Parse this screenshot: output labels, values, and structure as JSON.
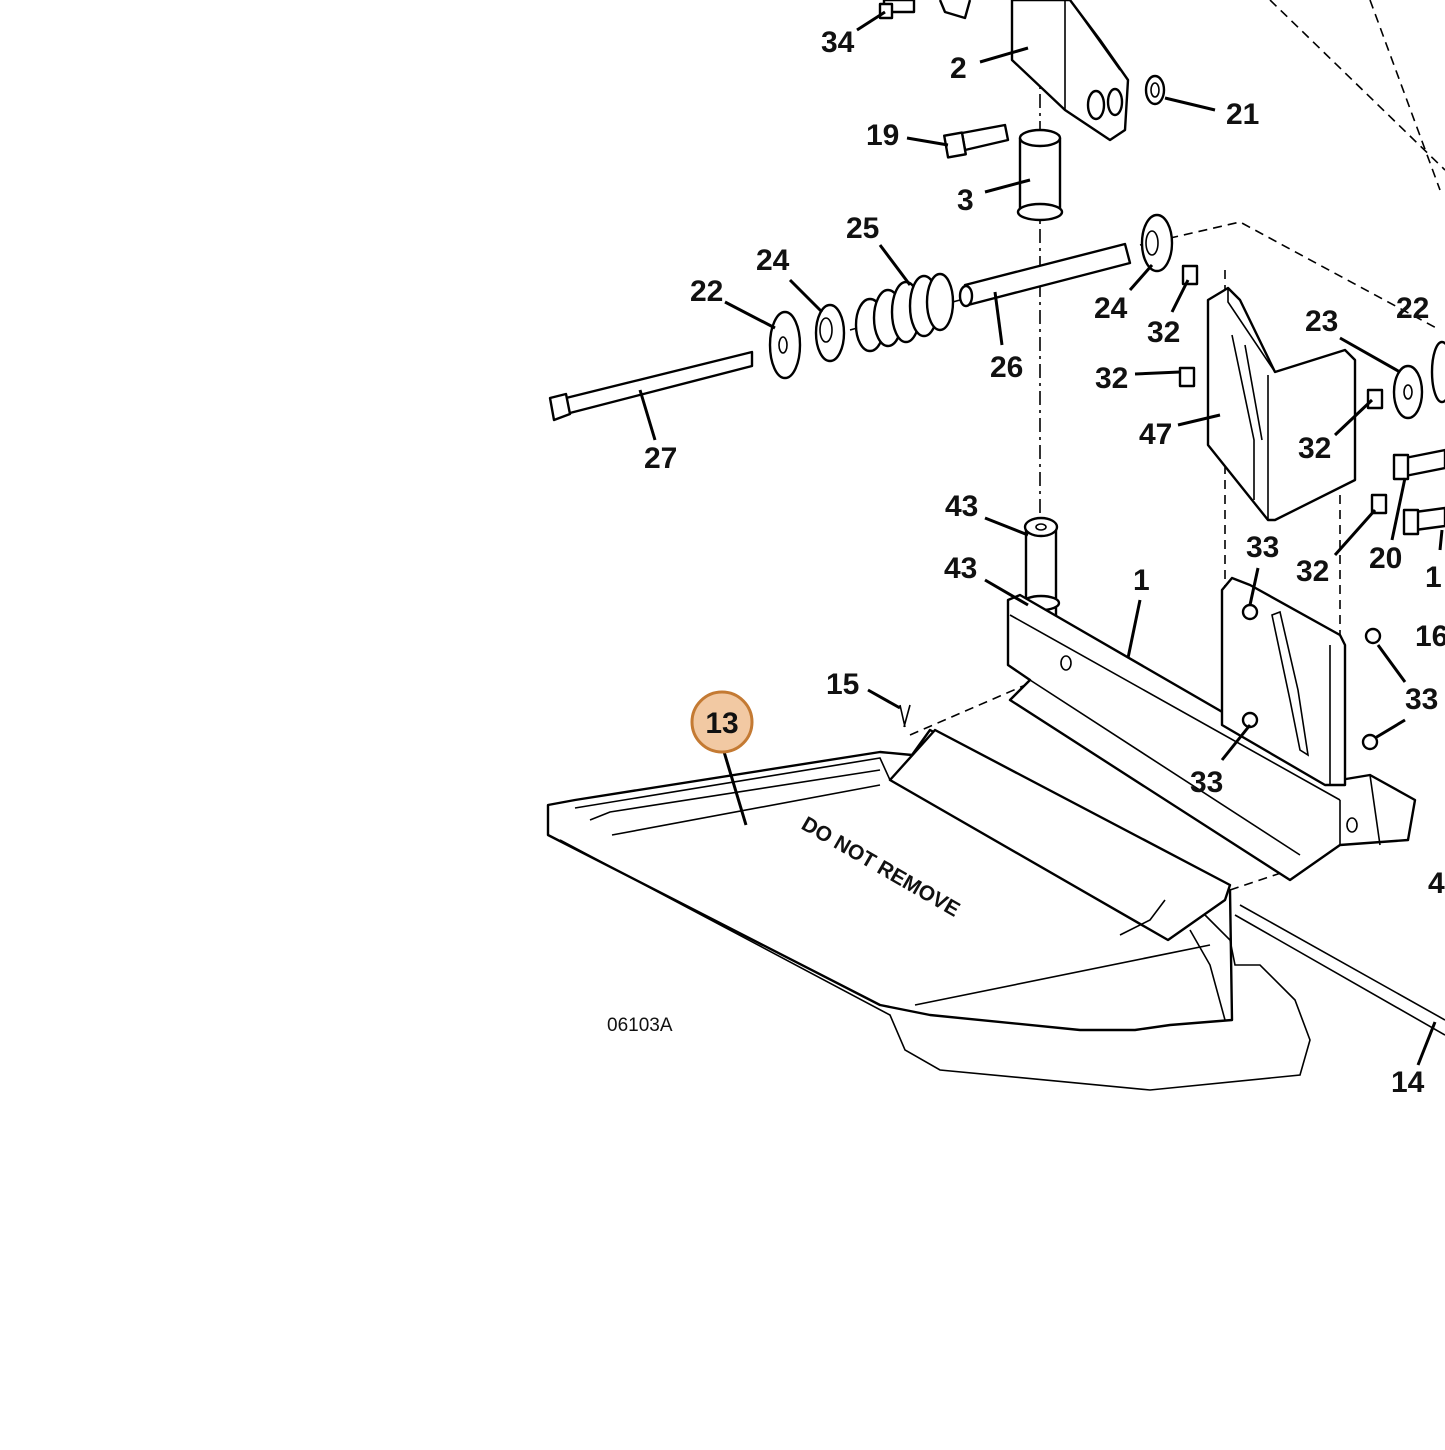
{
  "diagram": {
    "reference_code": "06103A",
    "decal_text": "DO NOT REMOVE",
    "highlight": {
      "label": "13",
      "fill": "#f2c9a3",
      "stroke": "#c47a33"
    },
    "callouts": {
      "c34": "34",
      "c2": "2",
      "c21": "21",
      "c19": "19",
      "c3": "3",
      "c25": "25",
      "c24a": "24",
      "c22a": "22",
      "c24b": "24",
      "c26": "26",
      "c27": "27",
      "c32a": "32",
      "c32b": "32",
      "c23": "23",
      "c22b": "22",
      "c47": "47",
      "c32c": "32",
      "c20": "20",
      "c32d": "32",
      "c43a": "43",
      "c43b": "43",
      "c1": "1",
      "c33a": "33",
      "c16": "16",
      "c15": "15",
      "c33b": "33",
      "c33c": "33",
      "c14": "14",
      "c4": "4",
      "c17": "1"
    }
  }
}
